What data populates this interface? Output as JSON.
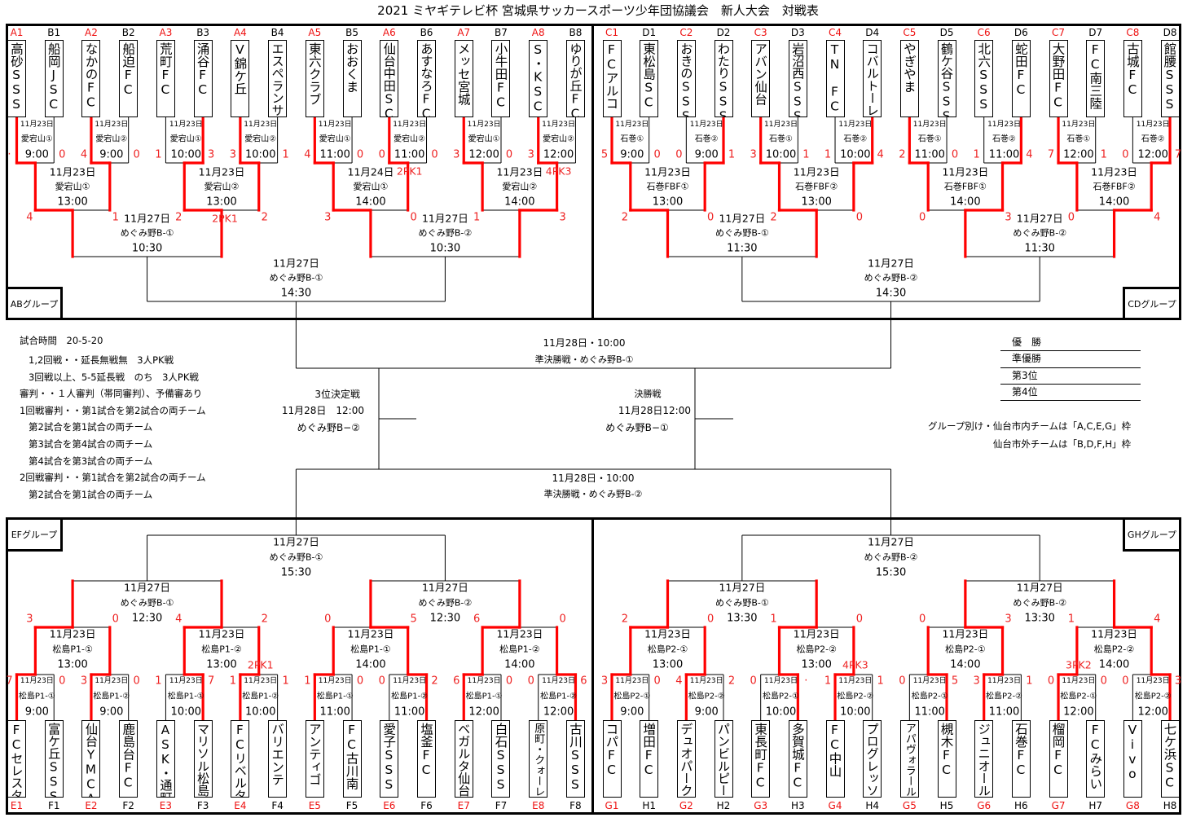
{
  "title": "2021 ミヤギテレビ杯 宮城県サッカースポーツ少年団協議会　新人大会　対戦表",
  "colors": {
    "winner_path": "#ff0000",
    "score": "#ee2222",
    "line": "#000000",
    "code_red": "#ee1111",
    "code_black": "#000000"
  },
  "red_code_letters": [
    "A",
    "C",
    "E",
    "G"
  ],
  "groups": [
    {
      "id": "AB",
      "label": "ABグループ",
      "teams": [
        {
          "code": "A1",
          "name": "高砂SSS"
        },
        {
          "code": "B1",
          "name": "船岡JSC"
        },
        {
          "code": "A2",
          "name": "なかのFC"
        },
        {
          "code": "B2",
          "name": "船迫FC"
        },
        {
          "code": "A3",
          "name": "荒町FC"
        },
        {
          "code": "B3",
          "name": "涌谷FC"
        },
        {
          "code": "A4",
          "name": "V錦ケ丘"
        },
        {
          "code": "B4",
          "name": "エスペランサ"
        },
        {
          "code": "A5",
          "name": "東六クラブ"
        },
        {
          "code": "B5",
          "name": "おおくま"
        },
        {
          "code": "A6",
          "name": "仙台中田SC"
        },
        {
          "code": "B6",
          "name": "あすなろFC"
        },
        {
          "code": "A7",
          "name": "メッセ宮城"
        },
        {
          "code": "B7",
          "name": "小牛田FC"
        },
        {
          "code": "A8",
          "name": "S・KSC"
        },
        {
          "code": "B8",
          "name": "ゆりが丘FC"
        }
      ],
      "round1": [
        {
          "date": "11月23日",
          "venue": "愛宕山①",
          "time": "9:00",
          "score": [
            "·",
            "0"
          ],
          "pk": null,
          "winner": "left"
        },
        {
          "date": "11月23日",
          "venue": "愛宕山②",
          "time": "9:00",
          "score": [
            "4",
            "0"
          ],
          "pk": null,
          "winner": "left"
        },
        {
          "date": "11月23日",
          "venue": "愛宕山①",
          "time": "10:00",
          "score": [
            "1",
            "3"
          ],
          "pk": null,
          "winner": "right"
        },
        {
          "date": "11月23日",
          "venue": "愛宕山②",
          "time": "10:00",
          "score": [
            "3",
            "1"
          ],
          "pk": null,
          "winner": "left"
        },
        {
          "date": "11月23日",
          "venue": "愛宕山①",
          "time": "11:00",
          "score": [
            "4",
            "0"
          ],
          "pk": null,
          "winner": "left"
        },
        {
          "date": "11月23日",
          "venue": "愛宕山②",
          "time": "11:00",
          "score": [
            "0",
            "0"
          ],
          "pk": "2PK1",
          "winner": "left"
        },
        {
          "date": "11月23日",
          "venue": "愛宕山①",
          "time": "12:00",
          "score": [
            "3",
            "0"
          ],
          "pk": null,
          "winner": "left"
        },
        {
          "date": "11月23日",
          "venue": "愛宕山②",
          "time": "12:00",
          "score": [
            "3",
            ""
          ],
          "pk": "4PK3",
          "winner": "left"
        }
      ],
      "round2": [
        {
          "date": "11月23日",
          "venue": "愛宕山①",
          "time": "13:00",
          "score": [
            "4",
            "1"
          ],
          "pk": null,
          "winner": "left"
        },
        {
          "date": "11月23日",
          "venue": "愛宕山②",
          "time": "13:00",
          "score": [
            "2",
            "2"
          ],
          "pk": "2PK1",
          "winner": "left"
        },
        {
          "date": "11月24日",
          "venue": "愛宕山①",
          "time": "14:00",
          "score": [
            "3",
            "0"
          ],
          "pk": null,
          "winner": "left"
        },
        {
          "date": "11月23日",
          "venue": "愛宕山②",
          "time": "14:00",
          "score": [
            "1",
            "3"
          ],
          "pk": null,
          "winner": "right"
        }
      ],
      "round3": [
        {
          "date": "11月27日",
          "venue": "めぐみ野B-①",
          "time": "10:30",
          "score": null,
          "pk": null,
          "winner": null
        },
        {
          "date": "11月27日",
          "venue": "めぐみ野B-②",
          "time": "10:30",
          "score": null,
          "pk": null,
          "winner": null
        }
      ],
      "final": {
        "date": "11月27日",
        "venue": "めぐみ野B-①",
        "time": "14:30",
        "score": null,
        "pk": null,
        "winner": null
      }
    },
    {
      "id": "CD",
      "label": "CDグループ",
      "teams": [
        {
          "code": "C1",
          "name": "FCアルコ"
        },
        {
          "code": "D1",
          "name": "東松島SC"
        },
        {
          "code": "C2",
          "name": "おきのSSS"
        },
        {
          "code": "D2",
          "name": "わたりSSS"
        },
        {
          "code": "C3",
          "name": "アバン仙台"
        },
        {
          "code": "D3",
          "name": "岩沼西SSS"
        },
        {
          "code": "C4",
          "name": "TN　FC"
        },
        {
          "code": "D4",
          "name": "コバルトーレ"
        },
        {
          "code": "C5",
          "name": "やぎやま"
        },
        {
          "code": "D5",
          "name": "鶴ケ谷SSS"
        },
        {
          "code": "C6",
          "name": "北六SSS"
        },
        {
          "code": "D6",
          "name": "蛇田FC"
        },
        {
          "code": "C7",
          "name": "大野田FC"
        },
        {
          "code": "D7",
          "name": "FC南三陸"
        },
        {
          "code": "C8",
          "name": "古城FC"
        },
        {
          "code": "D8",
          "name": "館腰SSS"
        }
      ],
      "round1": [
        {
          "date": "11月23日",
          "venue": "石巻①",
          "time": "9:00",
          "score": [
            "5",
            "0"
          ],
          "pk": null,
          "winner": "left"
        },
        {
          "date": "11月23日",
          "venue": "石巻②",
          "time": "9:00",
          "score": [
            "0",
            "1"
          ],
          "pk": null,
          "winner": "right"
        },
        {
          "date": "11月23日",
          "venue": "石巻①",
          "time": "10:00",
          "score": [
            "3",
            "1"
          ],
          "pk": null,
          "winner": "left"
        },
        {
          "date": "11月23日",
          "venue": "石巻②",
          "time": "10:00",
          "score": [
            "1",
            "4"
          ],
          "pk": null,
          "winner": "right"
        },
        {
          "date": "11月23日",
          "venue": "石巻①",
          "time": "11:00",
          "score": [
            "2",
            "0"
          ],
          "pk": null,
          "winner": "left"
        },
        {
          "date": "11月23日",
          "venue": "石巻②",
          "time": "11:00",
          "score": [
            "1",
            "4"
          ],
          "pk": null,
          "winner": "right"
        },
        {
          "date": "11月23日",
          "venue": "石巻①",
          "time": "12:00",
          "score": [
            "7",
            "1"
          ],
          "pk": null,
          "winner": "left"
        },
        {
          "date": "11月23日",
          "venue": "石巻②",
          "time": "12:00",
          "score": [
            "0",
            "7"
          ],
          "pk": null,
          "winner": "right"
        }
      ],
      "round2": [
        {
          "date": "11月23日",
          "venue": "石巻FBF①",
          "time": "13:00",
          "score": [
            "2",
            "0"
          ],
          "pk": null,
          "winner": "left"
        },
        {
          "date": "11月23日",
          "venue": "石巻FBF②",
          "time": "13:00",
          "score": [
            "2",
            "0"
          ],
          "pk": null,
          "winner": "left"
        },
        {
          "date": "11月23日",
          "venue": "石巻FBF①",
          "time": "14:00",
          "score": [
            "0",
            "3"
          ],
          "pk": null,
          "winner": "right"
        },
        {
          "date": "11月23日",
          "venue": "石巻FBF②",
          "time": "14:00",
          "score": [
            "0",
            "4"
          ],
          "pk": null,
          "winner": "right"
        }
      ],
      "round3": [
        {
          "date": "11月27日",
          "venue": "めぐみ野B-①",
          "time": "11:30",
          "score": null,
          "pk": null,
          "winner": null
        },
        {
          "date": "11月27日",
          "venue": "めぐみ野B-②",
          "time": "11:30",
          "score": null,
          "pk": null,
          "winner": null
        }
      ],
      "final": {
        "date": "11月27日",
        "venue": "めぐみ野B-②",
        "time": "14:30",
        "score": null,
        "pk": null,
        "winner": null
      }
    },
    {
      "id": "EF",
      "label": "EFグループ",
      "teams": [
        {
          "code": "E1",
          "name": "FCセレスタ"
        },
        {
          "code": "F1",
          "name": "富ケ丘SSS"
        },
        {
          "code": "E2",
          "name": "仙台YMCA"
        },
        {
          "code": "F2",
          "name": "鹿島台FC"
        },
        {
          "code": "E3",
          "name": "ASK・通町"
        },
        {
          "code": "F3",
          "name": "マリソル松島"
        },
        {
          "code": "E4",
          "name": "FCリベルタ"
        },
        {
          "code": "F4",
          "name": "バリエンテ"
        },
        {
          "code": "E5",
          "name": "アンティゴ"
        },
        {
          "code": "F5",
          "name": "FC古川南"
        },
        {
          "code": "E6",
          "name": "愛子SSS"
        },
        {
          "code": "F6",
          "name": "塩釜FC"
        },
        {
          "code": "E7",
          "name": "ベガルタ仙台"
        },
        {
          "code": "F7",
          "name": "白石SSS"
        },
        {
          "code": "E8",
          "name": "原町・クォーレ"
        },
        {
          "code": "F8",
          "name": "古川SSS"
        }
      ],
      "round1": [
        {
          "date": "11月23日",
          "venue": "松島P1-①",
          "time": "9:00",
          "score": [
            "7",
            "0"
          ],
          "pk": null,
          "winner": "left"
        },
        {
          "date": "11月23日",
          "venue": "松島P1-②",
          "time": "9:00",
          "score": [
            "3",
            "0"
          ],
          "pk": null,
          "winner": "left"
        },
        {
          "date": "11月23日",
          "venue": "松島P1-①",
          "time": "10:00",
          "score": [
            "1",
            "7"
          ],
          "pk": null,
          "winner": "right"
        },
        {
          "date": "11月23日",
          "venue": "松島P1-②",
          "time": "10:00",
          "score": [
            "1",
            "1"
          ],
          "pk": "2PK1",
          "winner": "left"
        },
        {
          "date": "11月23日",
          "venue": "松島P1-①",
          "time": "11:00",
          "score": [
            "1",
            "0"
          ],
          "pk": null,
          "winner": "left"
        },
        {
          "date": "11月23日",
          "venue": "松島P1-②",
          "time": "11:00",
          "score": [
            "0",
            "2"
          ],
          "pk": null,
          "winner": "right"
        },
        {
          "date": "11月23日",
          "venue": "松島P1-①",
          "time": "12:00",
          "score": [
            "6",
            "0"
          ],
          "pk": null,
          "winner": "left"
        },
        {
          "date": "11月23日",
          "venue": "松島P1-②",
          "time": "12:00",
          "score": [
            "0",
            "6"
          ],
          "pk": null,
          "winner": "right"
        }
      ],
      "round2": [
        {
          "date": "11月23日",
          "venue": "松島P1-①",
          "time": "13:00",
          "score": [
            "3",
            "0"
          ],
          "pk": null,
          "winner": "left"
        },
        {
          "date": "11月23日",
          "venue": "松島P1-②",
          "time": "13:00",
          "score": [
            "4",
            "2"
          ],
          "pk": null,
          "winner": "left"
        },
        {
          "date": "11月23日",
          "venue": "松島P1-①",
          "time": "14:00",
          "score": [
            "0",
            "5"
          ],
          "pk": null,
          "winner": "right"
        },
        {
          "date": "11月23日",
          "venue": "松島P1-②",
          "time": "14:00",
          "score": [
            "6",
            "0"
          ],
          "pk": null,
          "winner": "left"
        }
      ],
      "round3": [
        {
          "date": "11月27日",
          "venue": "めぐみ野B-①",
          "time": "12:30",
          "score": null,
          "pk": null,
          "winner": null
        },
        {
          "date": "11月27日",
          "venue": "めぐみ野B-②",
          "time": "12:30",
          "score": null,
          "pk": null,
          "winner": null
        }
      ],
      "final": {
        "date": "11月27日",
        "venue": "めぐみ野B-①",
        "time": "15:30",
        "score": null,
        "pk": null,
        "winner": null
      }
    },
    {
      "id": "GH",
      "label": "GHグループ",
      "teams": [
        {
          "code": "G1",
          "name": "コパFC"
        },
        {
          "code": "H1",
          "name": "増田FC"
        },
        {
          "code": "G2",
          "name": "デュオパーク"
        },
        {
          "code": "H2",
          "name": "パンビルピー"
        },
        {
          "code": "G3",
          "name": "東長町FC"
        },
        {
          "code": "H3",
          "name": "多賀城FC"
        },
        {
          "code": "G4",
          "name": "FC中山"
        },
        {
          "code": "H4",
          "name": "プログレッソ"
        },
        {
          "code": "G5",
          "name": "アパヴォラール"
        },
        {
          "code": "H5",
          "name": "槻木FC"
        },
        {
          "code": "G6",
          "name": "ジュニオール"
        },
        {
          "code": "H6",
          "name": "石巻FC"
        },
        {
          "code": "G7",
          "name": "榴岡FC"
        },
        {
          "code": "H7",
          "name": "FCみらい"
        },
        {
          "code": "G8",
          "name": "Vivo"
        },
        {
          "code": "H8",
          "name": "七ケ浜SC"
        }
      ],
      "round1": [
        {
          "date": "11月23日",
          "venue": "松島P2-①",
          "time": "9:00",
          "score": [
            "3",
            "0"
          ],
          "pk": null,
          "winner": "left"
        },
        {
          "date": "11月23日",
          "venue": "松島P2-②",
          "time": "9:00",
          "score": [
            "4",
            "2"
          ],
          "pk": null,
          "winner": "left"
        },
        {
          "date": "11月23日",
          "venue": "松島P2-①",
          "time": "10:00",
          "score": [
            "0",
            "·"
          ],
          "pk": null,
          "winner": "right"
        },
        {
          "date": "11月23日",
          "venue": "松島P2-②",
          "time": "10:00",
          "score": [
            "1",
            "1"
          ],
          "pk": "4PK3",
          "winner": "left"
        },
        {
          "date": "11月23日",
          "venue": "松島P2-①",
          "time": "11:00",
          "score": [
            "0",
            "5"
          ],
          "pk": null,
          "winner": "right"
        },
        {
          "date": "11月23日",
          "venue": "松島P2-②",
          "time": "11:00",
          "score": [
            "3",
            "1"
          ],
          "pk": null,
          "winner": "left"
        },
        {
          "date": "11月23日",
          "venue": "松島P2-①",
          "time": "12:00",
          "score": [
            "0",
            "0"
          ],
          "pk": "3PK2",
          "winner": "left"
        },
        {
          "date": "11月23日",
          "venue": "松島P2-②",
          "time": "12:00",
          "score": [
            "0",
            "3"
          ],
          "pk": null,
          "winner": "right"
        }
      ],
      "round2": [
        {
          "date": "11月23日",
          "venue": "松島P2-①",
          "time": "13:00",
          "score": [
            "2",
            "0"
          ],
          "pk": null,
          "winner": "left"
        },
        {
          "date": "11月23日",
          "venue": "松島P2-②",
          "time": "13:00",
          "score": [
            "1",
            "0"
          ],
          "pk": null,
          "winner": "left"
        },
        {
          "date": "11月23日",
          "venue": "松島P2-①",
          "time": "14:00",
          "score": [
            "0",
            "3"
          ],
          "pk": null,
          "winner": "right"
        },
        {
          "date": "11月23日",
          "venue": "松島P2-②",
          "time": "14:00",
          "score": [
            "1",
            "4"
          ],
          "pk": null,
          "winner": "right"
        }
      ],
      "round3": [
        {
          "date": "11月27日",
          "venue": "めぐみ野B-①",
          "time": "13:30",
          "score": null,
          "pk": null,
          "winner": null
        },
        {
          "date": "11月27日",
          "venue": "めぐみ野B-②",
          "time": "13:30",
          "score": null,
          "pk": null,
          "winner": null
        }
      ],
      "final": {
        "date": "11月27日",
        "venue": "めぐみ野B-②",
        "time": "15:30",
        "score": null,
        "pk": null,
        "winner": null
      }
    }
  ],
  "knockout": {
    "semifinal_1": {
      "date_time": "11月28日・10:00",
      "name_venue": "準決勝戦・めぐみ野B-①"
    },
    "semifinal_2": {
      "date_time": "11月28日・10:00",
      "name_venue": "準決勝戦・めぐみ野B-②"
    },
    "third_place": {
      "title": "3位決定戦",
      "date_time": "11月28日　12:00",
      "venue": "めぐみ野B−②"
    },
    "final": {
      "title": "決勝戦",
      "date_time": "11月28日12:00",
      "venue": "めぐみ野B−①"
    }
  },
  "notes": [
    {
      "text": "試合時間　20-5-20",
      "sub": [
        "1,2回戦・・延長無戦無　3人PK戦",
        "3回戦以上、5-5延長戦　のち　3人PK戦"
      ]
    },
    {
      "text": "審判・・１人審判（帯同審判）、予備審あり",
      "sub": []
    },
    {
      "text": "1回戦審判・・第1試合を第2試合の両チーム",
      "sub": [
        "第2試合を第1試合の両チーム",
        "第3試合を第4試合の両チーム",
        "第4試合を第3試合の両チーム"
      ]
    },
    {
      "text": "2回戦審判・・第1試合を第2試合の両チーム",
      "sub": [
        "第2試合を第1試合の両チーム"
      ]
    }
  ],
  "ranking": [
    "優　勝",
    "準優勝",
    "第3位",
    "第4位"
  ],
  "group_notes": [
    "グループ別け・仙台市内チームは「A,C,E,G」枠",
    "仙台市外チームは「B,D,F,H」枠"
  ]
}
